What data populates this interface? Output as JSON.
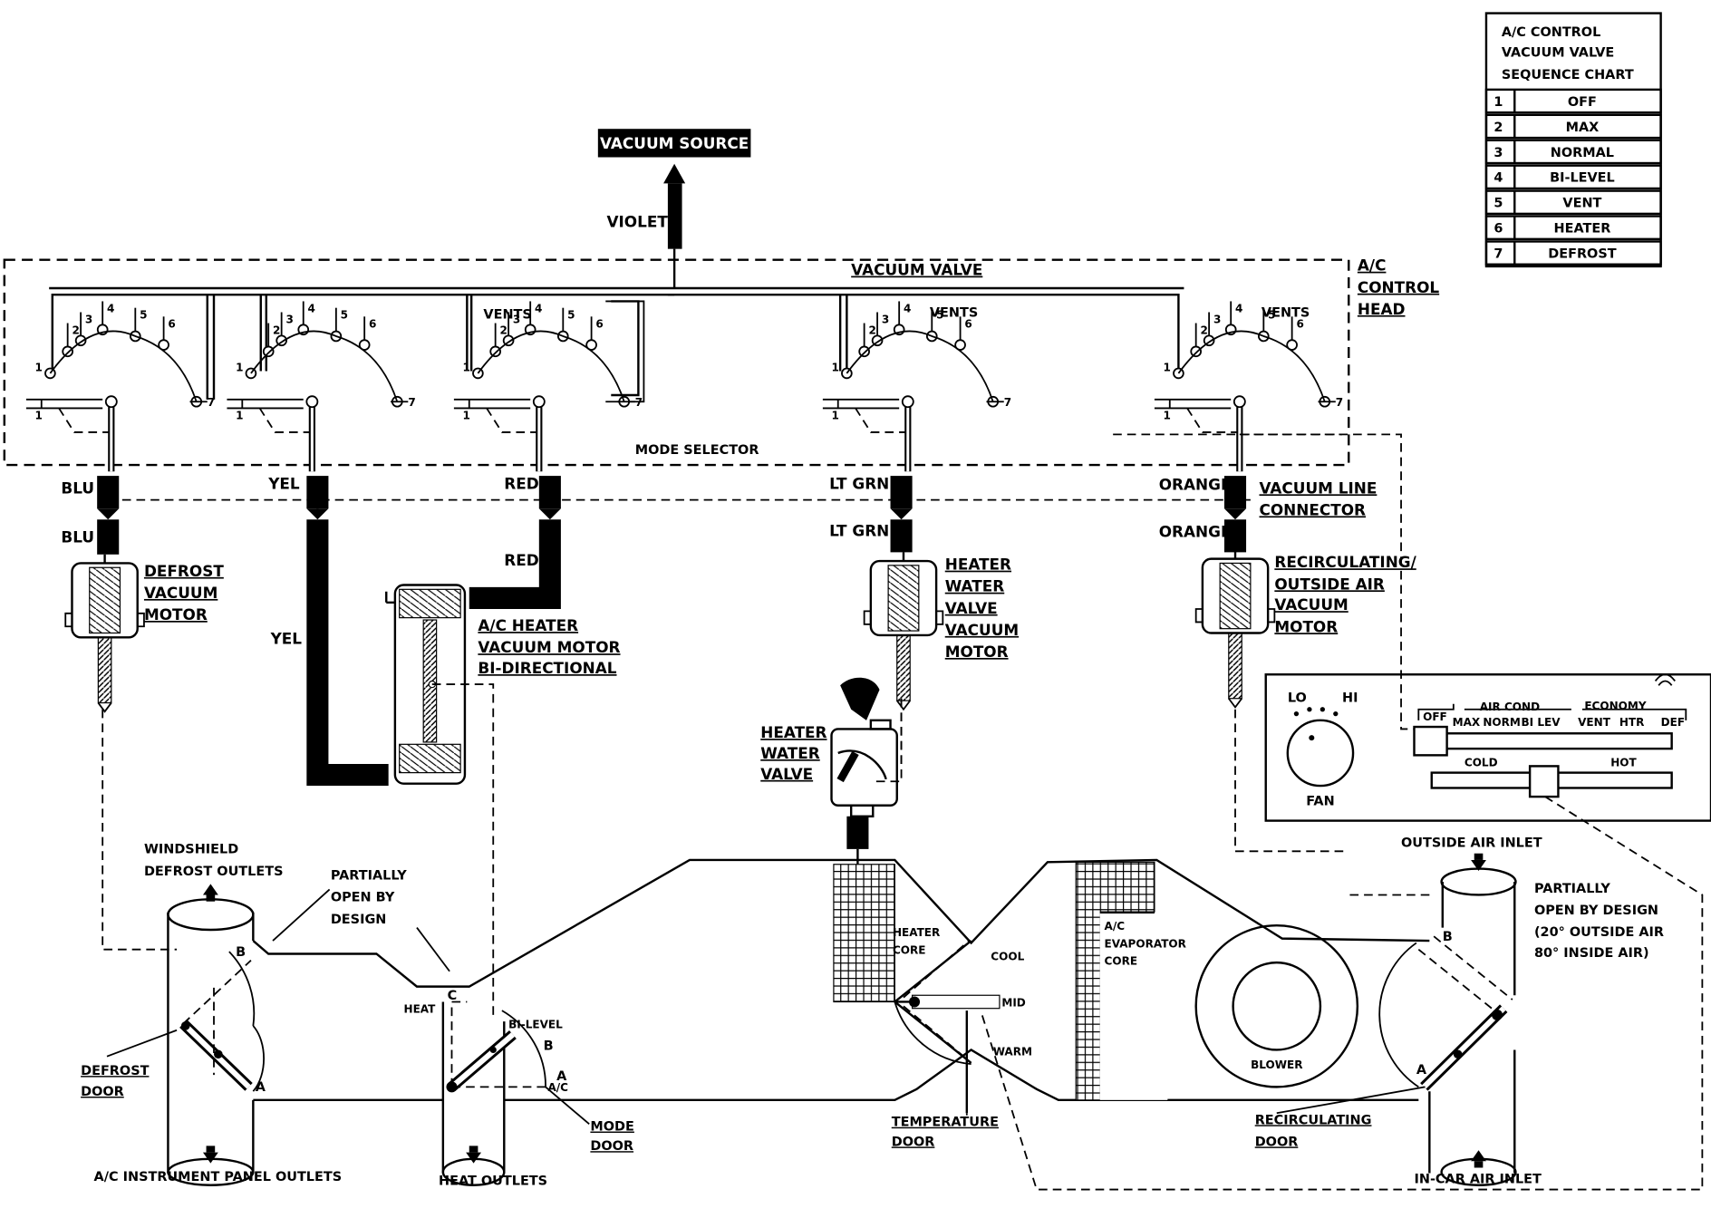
{
  "vacuum_source": "VACUUM SOURCE",
  "violet": "VIOLET",
  "vacuum_valve": "VACUUM VALVE",
  "control_head": [
    "A/C",
    "CONTROL",
    "HEAD"
  ],
  "mode_selector": "MODE SELECTOR",
  "vents": "VENTS",
  "port_numbers": [
    "1",
    "2",
    "3",
    "4",
    "5",
    "6",
    "7"
  ],
  "hoses": {
    "blu": "BLU",
    "yel": "YEL",
    "red": "RED",
    "lt_grn": "LT GRN",
    "orange": "ORANGE"
  },
  "vacuum_line_connector": [
    "VACUUM LINE",
    "CONNECTOR"
  ],
  "motors": {
    "defrost": [
      "DEFROST",
      "VACUUM",
      "MOTOR"
    ],
    "ac_heater": [
      "A/C HEATER",
      "VACUUM MOTOR",
      "BI-DIRECTIONAL"
    ],
    "heater_water_valve": [
      "HEATER",
      "WATER",
      "VALVE",
      "VACUUM",
      "MOTOR"
    ],
    "recirc": [
      "RECIRCULATING/",
      "OUTSIDE AIR",
      "VACUUM",
      "MOTOR"
    ]
  },
  "heater_water_valve": [
    "HEATER",
    "WATER",
    "VALVE"
  ],
  "sequence_chart": {
    "title": [
      "A/C CONTROL",
      "VACUUM VALVE",
      "SEQUENCE CHART"
    ],
    "rows": [
      {
        "num": "1",
        "mode": "OFF"
      },
      {
        "num": "2",
        "mode": "MAX"
      },
      {
        "num": "3",
        "mode": "NORMAL"
      },
      {
        "num": "4",
        "mode": "BI-LEVEL"
      },
      {
        "num": "5",
        "mode": "VENT"
      },
      {
        "num": "6",
        "mode": "HEATER"
      },
      {
        "num": "7",
        "mode": "DEFROST"
      }
    ]
  },
  "control_panel": {
    "lo": "LO",
    "hi": "HI",
    "fan": "FAN",
    "off": "OFF",
    "air_cond": "AIR COND",
    "economy": "ECONOMY",
    "modes": [
      "MAX",
      "NORM",
      "BI LEV",
      "VENT",
      "HTR",
      "DEF"
    ],
    "cold": "COLD",
    "hot": "HOT"
  },
  "ducts": {
    "windshield_defrost": [
      "WINDSHIELD",
      "DEFROST OUTLETS"
    ],
    "partially_open_left": [
      "PARTIALLY",
      "OPEN BY",
      "DESIGN"
    ],
    "defrost_door": [
      "DEFROST",
      "DOOR"
    ],
    "ac_panel_outlets": "A/C INSTRUMENT PANEL OUTLETS",
    "heat": "HEAT",
    "bi_level": "BI-LEVEL",
    "ac": "A/C",
    "heat_outlets": "HEAT OUTLETS",
    "mode_door": [
      "MODE",
      "DOOR"
    ],
    "heater_core": [
      "HEATER",
      "CORE"
    ],
    "cool": "COOL",
    "mid": "MID",
    "warm": "WARM",
    "temperature_door": [
      "TEMPERATURE",
      "DOOR"
    ],
    "evaporator": [
      "A/C",
      "EVAPORATOR",
      "CORE"
    ],
    "blower": "BLOWER",
    "outside_air_inlet": "OUTSIDE AIR INLET",
    "partially_open_right": [
      "PARTIALLY",
      "OPEN BY DESIGN",
      "(20°  OUTSIDE AIR",
      "80°  INSIDE AIR)"
    ],
    "recirculating_door": [
      "RECIRCULATING",
      "DOOR"
    ],
    "in_car_air_inlet": "IN-CAR AIR INLET",
    "door_letters": {
      "a": "A",
      "b": "B",
      "c": "C"
    }
  }
}
